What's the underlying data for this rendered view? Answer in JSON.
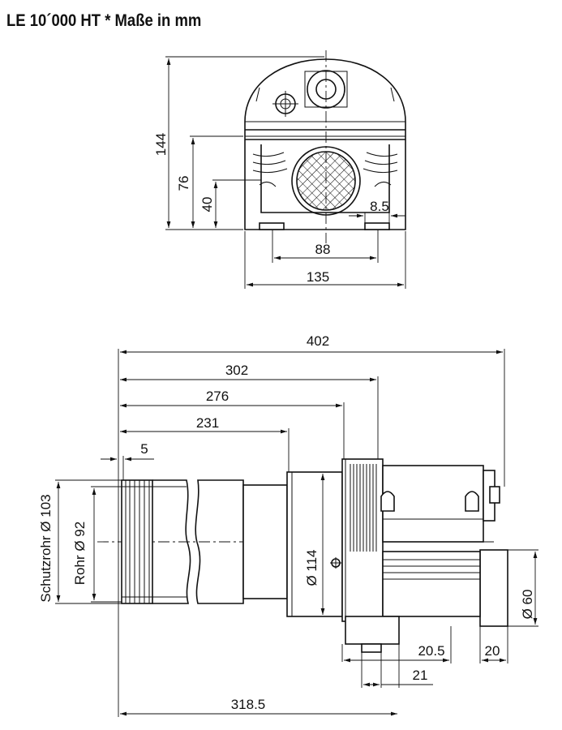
{
  "title": "LE 10´000 HT * Maße in mm",
  "top_view": {
    "dims": {
      "height_total": "144",
      "height_upper": "76",
      "height_lower": "40",
      "foot_gap": "8.5",
      "foot_spacing": "88",
      "width_total": "135"
    }
  },
  "side_view": {
    "dims": {
      "length_total": "402",
      "length_302": "302",
      "length_276": "276",
      "length_231": "231",
      "ring_width": "5",
      "tube_outer": "Schutzrohr Ø 103",
      "tube_inner": "Rohr Ø 92",
      "flange_dia": "Ø 114",
      "outlet_dia": "Ø 60",
      "foot_20_5": "20.5",
      "foot_20": "20",
      "foot_21": "21",
      "length_318_5": "318.5"
    }
  },
  "colors": {
    "line": "#111111",
    "background": "#ffffff"
  }
}
